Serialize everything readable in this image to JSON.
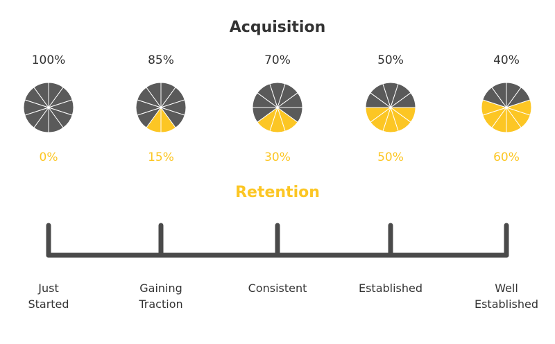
{
  "title": "Acquisition",
  "retention_title": "Retention",
  "colors": {
    "acquisition": "#5a5a5a",
    "retention": "#fcc624",
    "divider": "#ffffff",
    "title": "#333333",
    "timeline": "#4a4a4a"
  },
  "chart_data": {
    "type": "pie",
    "slices_per_pie": 10,
    "pies": [
      {
        "acquisition": 100,
        "retention": 0,
        "acquisition_label": "100%",
        "retention_label": "0%"
      },
      {
        "acquisition": 85,
        "retention": 15,
        "acquisition_label": "85%",
        "retention_label": "15%"
      },
      {
        "acquisition": 70,
        "retention": 30,
        "acquisition_label": "70%",
        "retention_label": "30%"
      },
      {
        "acquisition": 50,
        "retention": 50,
        "acquisition_label": "50%",
        "retention_label": "50%"
      },
      {
        "acquisition": 40,
        "retention": 60,
        "acquisition_label": "40%",
        "retention_label": "60%"
      }
    ]
  },
  "stages": [
    {
      "lines": [
        "Just",
        "Started"
      ]
    },
    {
      "lines": [
        "Gaining",
        "Traction"
      ]
    },
    {
      "lines": [
        "Consistent"
      ]
    },
    {
      "lines": [
        "Established"
      ]
    },
    {
      "lines": [
        "Well",
        "Established"
      ]
    }
  ]
}
